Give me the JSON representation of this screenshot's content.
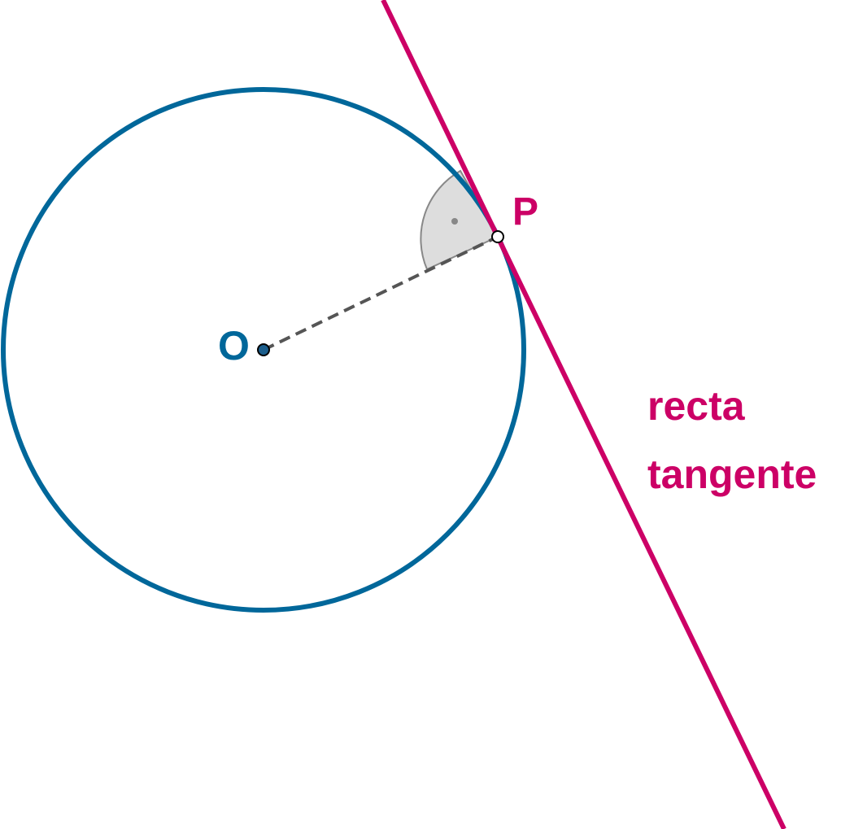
{
  "colors": {
    "circle": "#00679A",
    "tangent_line": "#CC0066",
    "radius_dash": "#555555",
    "right_angle_fill": "#DDDDDD",
    "right_angle_stroke": "#888888",
    "point_fill_center": "#1C5E8C",
    "point_fill_tangent": "#FFFFFF"
  },
  "labels": {
    "center": "O",
    "tangent_point": "P",
    "line_word_1": "recta",
    "line_word_2": "tangente"
  },
  "icons": {
    "right_angle": "right-angle-marker"
  }
}
